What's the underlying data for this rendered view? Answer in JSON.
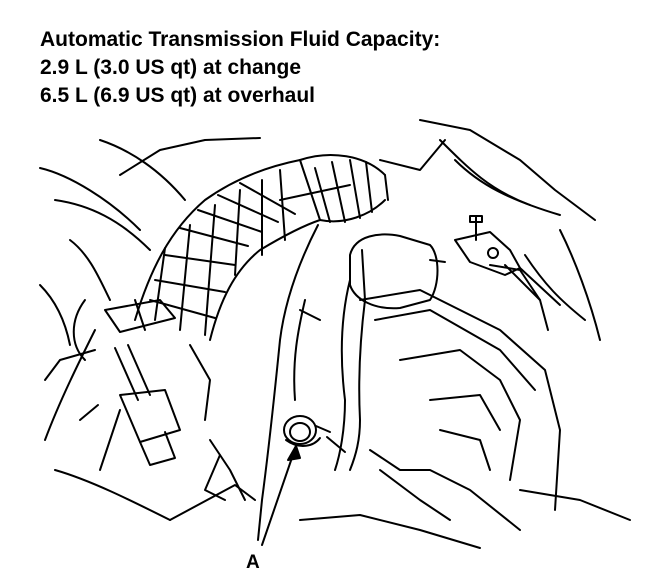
{
  "heading": {
    "title": "Automatic Transmission Fluid Capacity:",
    "line_change": "2.9 L (3.0 US qt) at change",
    "line_overhaul": "6.5 L (6.9 US qt) at overhaul"
  },
  "callout": {
    "label": "A"
  }
}
